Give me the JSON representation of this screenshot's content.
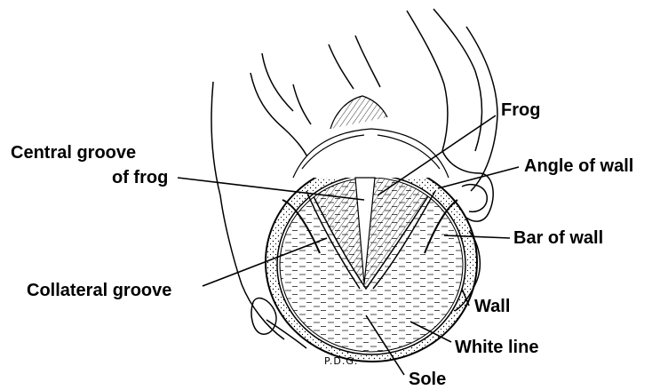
{
  "labels": {
    "frog": "Frog",
    "central_groove_line1": "Central groove",
    "central_groove_line2": "of frog",
    "angle_of_wall": "Angle of wall",
    "bar_of_wall": "Bar of wall",
    "collateral_groove": "Collateral groove",
    "wall": "Wall",
    "white_line": "White line",
    "sole": "Sole"
  },
  "signature": "P.D.G.",
  "colors": {
    "ink": "#000000",
    "background": "#ffffff"
  }
}
